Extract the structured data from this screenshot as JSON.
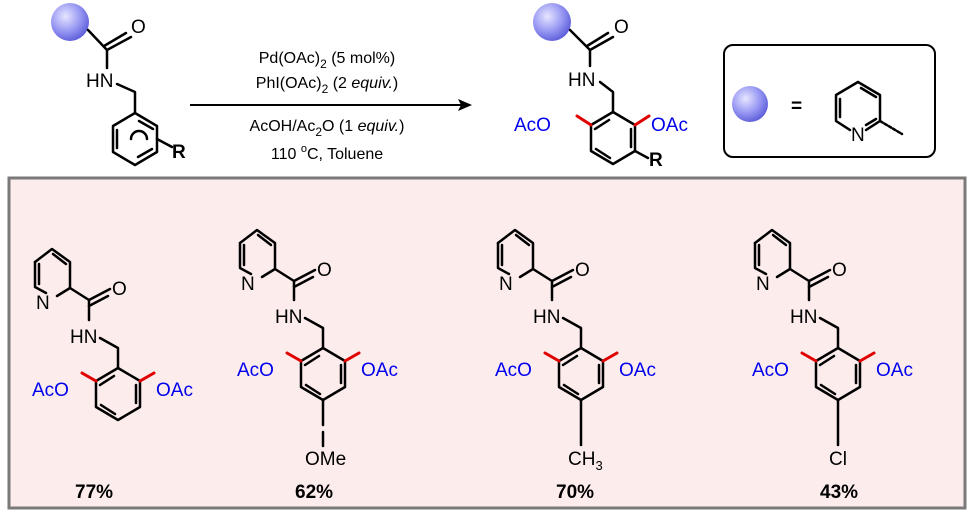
{
  "colors": {
    "panel_fill": "#fcecec",
    "panel_border": "#7a7a7a",
    "acetoxy_text": "#0000ee",
    "new_bond": "#e00000",
    "sphere": "#9595f2"
  },
  "reaction": {
    "substrate": {
      "hn": "HN",
      "o": "O",
      "r": "R"
    },
    "conditions": {
      "line1": {
        "a": "Pd(OAc)",
        "sub": "2",
        "b": " (5 mol%)"
      },
      "line2": {
        "a": "PhI(OAc)",
        "sub": "2",
        "b": " (2 ",
        "ital": "equiv.",
        "c": ")"
      },
      "line3": {
        "a": "AcOH/Ac",
        "sub": "2",
        "b": "O (1 ",
        "ital": "equiv.",
        "c": ")"
      },
      "line4": {
        "a": "110 ",
        "sup": "o",
        "b": "C, Toluene"
      }
    },
    "product": {
      "hn": "HN",
      "o": "O",
      "left_group": "AcO",
      "right_group": "OAc",
      "r": "R"
    },
    "legend": {
      "equals": "=",
      "n": "N"
    }
  },
  "examples": [
    {
      "n": "N",
      "o": "O",
      "hn": "HN",
      "left_group": "AcO",
      "right_group": "OAc",
      "para": "",
      "yield": "77%"
    },
    {
      "n": "N",
      "o": "O",
      "hn": "HN",
      "left_group": "AcO",
      "right_group": "OAc",
      "para": "OMe",
      "yield": "62%"
    },
    {
      "n": "N",
      "o": "O",
      "hn": "HN",
      "left_group": "AcO",
      "right_group": "OAc",
      "para": "CH",
      "para_sub": "3",
      "yield": "70%"
    },
    {
      "n": "N",
      "o": "O",
      "hn": "HN",
      "left_group": "AcO",
      "right_group": "OAc",
      "para": "Cl",
      "yield": "43%"
    }
  ]
}
